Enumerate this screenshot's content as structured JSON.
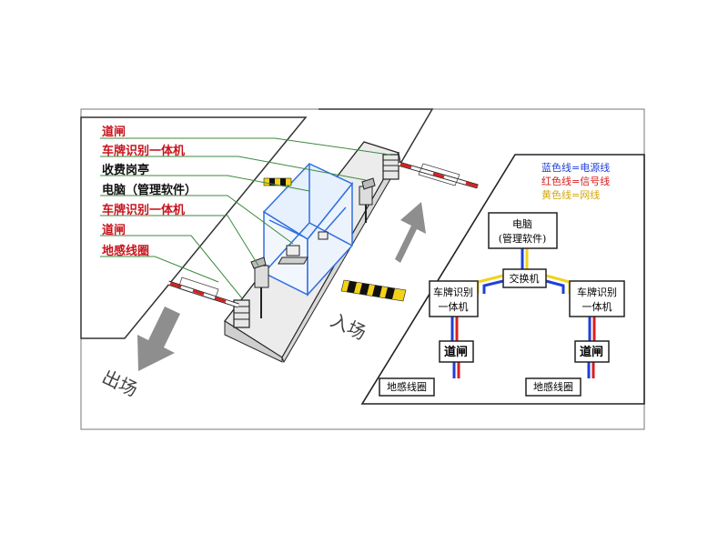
{
  "labels": {
    "barrier_1": "道闸",
    "lpr_camera_1": "车牌识别一体机",
    "toll_booth": "收费岗亭",
    "computer_software": "电脑（管理软件）",
    "lpr_camera_2": "车牌识别一体机",
    "barrier_2": "道闸",
    "loop_detector": "地感线圈"
  },
  "directions": {
    "entry": "入场",
    "exit": "出场"
  },
  "legend": {
    "blue": "蓝色线=电源线",
    "red": "红色线=信号线",
    "yellow": "黄色线=网线"
  },
  "network": {
    "computer_line1": "电脑",
    "computer_line2": "(管理软件)",
    "switch": "交换机",
    "lpr_left_line1": "车牌识别",
    "lpr_left_line2": "一体机",
    "lpr_right_line1": "车牌识别",
    "lpr_right_line2": "一体机",
    "barrier_left": "道闸",
    "barrier_right": "道闸",
    "loop_left": "地感线圈",
    "loop_right": "地感线圈"
  },
  "colors": {
    "power": "#1f3fd8",
    "signal": "#d81f1f",
    "network": "#f2d21a",
    "label_red": "#c8141e",
    "leader_line": "#3c8a3c",
    "booth_blue": "#2f6fe0"
  }
}
